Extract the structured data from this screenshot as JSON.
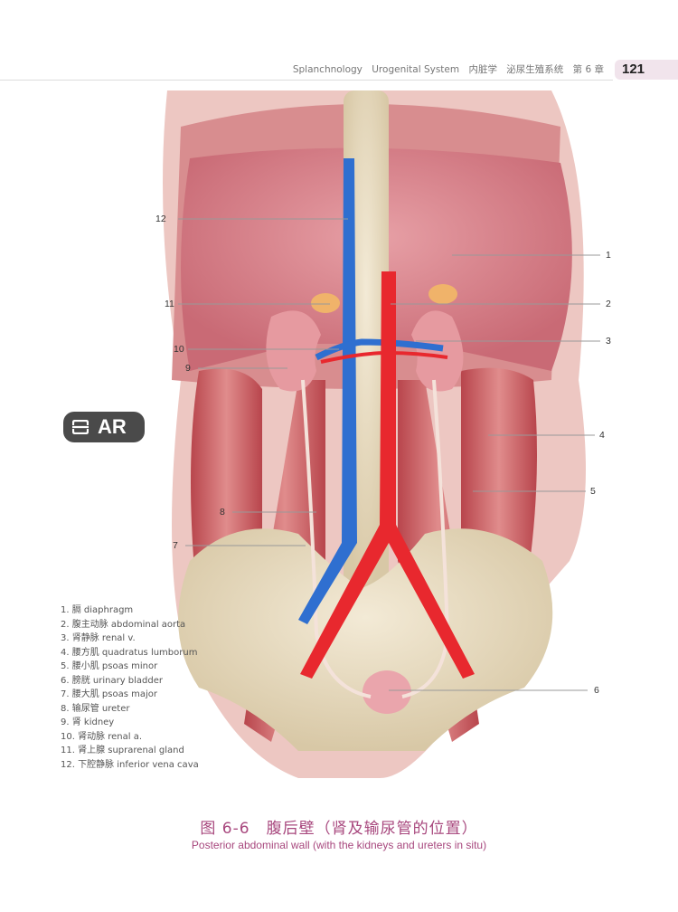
{
  "header": {
    "items": [
      "Splanchnology",
      "Urogenital System",
      "内脏学",
      "泌尿生殖系统",
      "第 6 章"
    ],
    "page_number": "121"
  },
  "ar_badge": {
    "label": "AR",
    "icon": "ar-scan-icon"
  },
  "figure": {
    "callouts": [
      "1",
      "2",
      "3",
      "4",
      "5",
      "6",
      "7",
      "8",
      "9",
      "10",
      "11",
      "12"
    ]
  },
  "legend": [
    "1. 膈 diaphragm",
    "2. 腹主动脉 abdominal aorta",
    "3. 肾静脉 renal v.",
    "4. 腰方肌 quadratus lumborum",
    "5. 腰小肌 psoas minor",
    "6. 膀胱 urinary bladder",
    "7. 腰大肌 psoas major",
    "8. 输尿管 ureter",
    "9. 肾 kidney",
    "10. 肾动脉 renal a.",
    "11. 肾上腺 suprarenal gland",
    "12. 下腔静脉 inferior vena cava"
  ],
  "caption": {
    "number": "图 6-6",
    "title_zh": "腹后壁（肾及输尿管的位置）",
    "title_en": "Posterior abdominal wall (with the kidneys and ureters in situ)"
  },
  "colors": {
    "accent": "#a8487e",
    "artery": "#e8282e",
    "vein": "#2f6fd0"
  }
}
